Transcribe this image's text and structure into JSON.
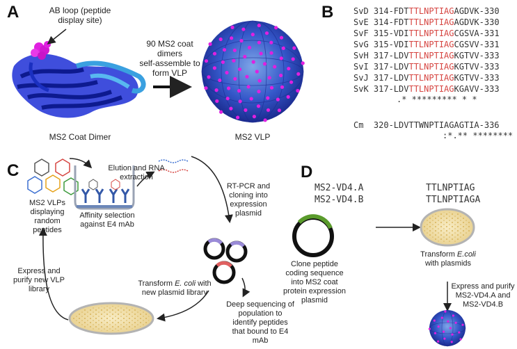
{
  "panels": {
    "a": "A",
    "b": "B",
    "c": "C",
    "d": "D"
  },
  "panelA": {
    "ab_loop_label": "AB loop (peptide\ndisplay site)",
    "arrow_label": "90 MS2 coat\ndimers\nself-assemble to\nform VLP",
    "dimer_caption": "MS2 Coat Dimer",
    "vlp_caption": "MS2 VLP"
  },
  "panelB": {
    "rows": [
      {
        "name": "SvD",
        "pre": "314-FDT",
        "red": "TTLNPTIAG",
        "post": "AGDVK-330"
      },
      {
        "name": "SvE",
        "pre": "314-FDT",
        "red": "TTLNPTIAG",
        "post": "AGDVK-330"
      },
      {
        "name": "SvF",
        "pre": "315-VDI",
        "red": "TTLNPTIAG",
        "post": "CGSVA-331"
      },
      {
        "name": "SvG",
        "pre": "315-VDI",
        "red": "TTLNPTIAG",
        "post": "CGSVV-331"
      },
      {
        "name": "SvH",
        "pre": "317-LDV",
        "red": "TTLNPTIAG",
        "post": "KGTVV-333"
      },
      {
        "name": "SvI",
        "pre": "317-LDV",
        "red": "TTLNPTIAG",
        "post": "KGTVV-333"
      },
      {
        "name": "SvJ",
        "pre": "317-LDV",
        "red": "TTLNPTIAG",
        "post": "KGTVV-333"
      },
      {
        "name": "SvK",
        "pre": "317-LDV",
        "red": "TTLNPTIAG",
        "post": "KGAVV-333"
      }
    ],
    "consensus1": ".* ********* * *",
    "cm_row": "Cm  320-LDVTTWNPTIAGAGTIA-336",
    "consensus2": ":*.** ******** :"
  },
  "panelC": {
    "vlps_label": "MS2 VLPs\ndisplaying\nrandom\npeptides",
    "elution_label": "Elution and RNA\nextraction",
    "rtpcr_label": "RT-PCR and\ncloning into\nexpression\nplasmid",
    "affinity_label": "Affinity selection\nagainst E4 mAb",
    "express_label": "Express and\npurify new VLP\nlibrary",
    "transform_label_pre": "Transform ",
    "transform_label_italic": "E. coli",
    "transform_label_post": " with\nnew plasmid library",
    "deepseq_label": "Deep sequencing of\npopulation to\nidentify peptides\nthat bound to E4\nmAb"
  },
  "panelD": {
    "name_a": "MS2-VD4.A",
    "name_b": "MS2-VD4.B",
    "seq_a": "TTLNPTIAG",
    "seq_b": "TTLNPTIAGA",
    "clone_label": "Clone peptide\ncoding sequence\ninto MS2 coat\nprotein expression\nplasmid",
    "transform_pre": "Transform ",
    "transform_italic": "E.coli",
    "transform_post": "\nwith plasmids",
    "express_label": "Express and purify\nMS2-VD4.A and\nMS2-VD4.B"
  },
  "colors": {
    "red": "#d64541",
    "blue": "#1f2fd1",
    "magenta": "#e020e0",
    "plate": "#f3e3b0",
    "green": "#4f8a2c"
  }
}
